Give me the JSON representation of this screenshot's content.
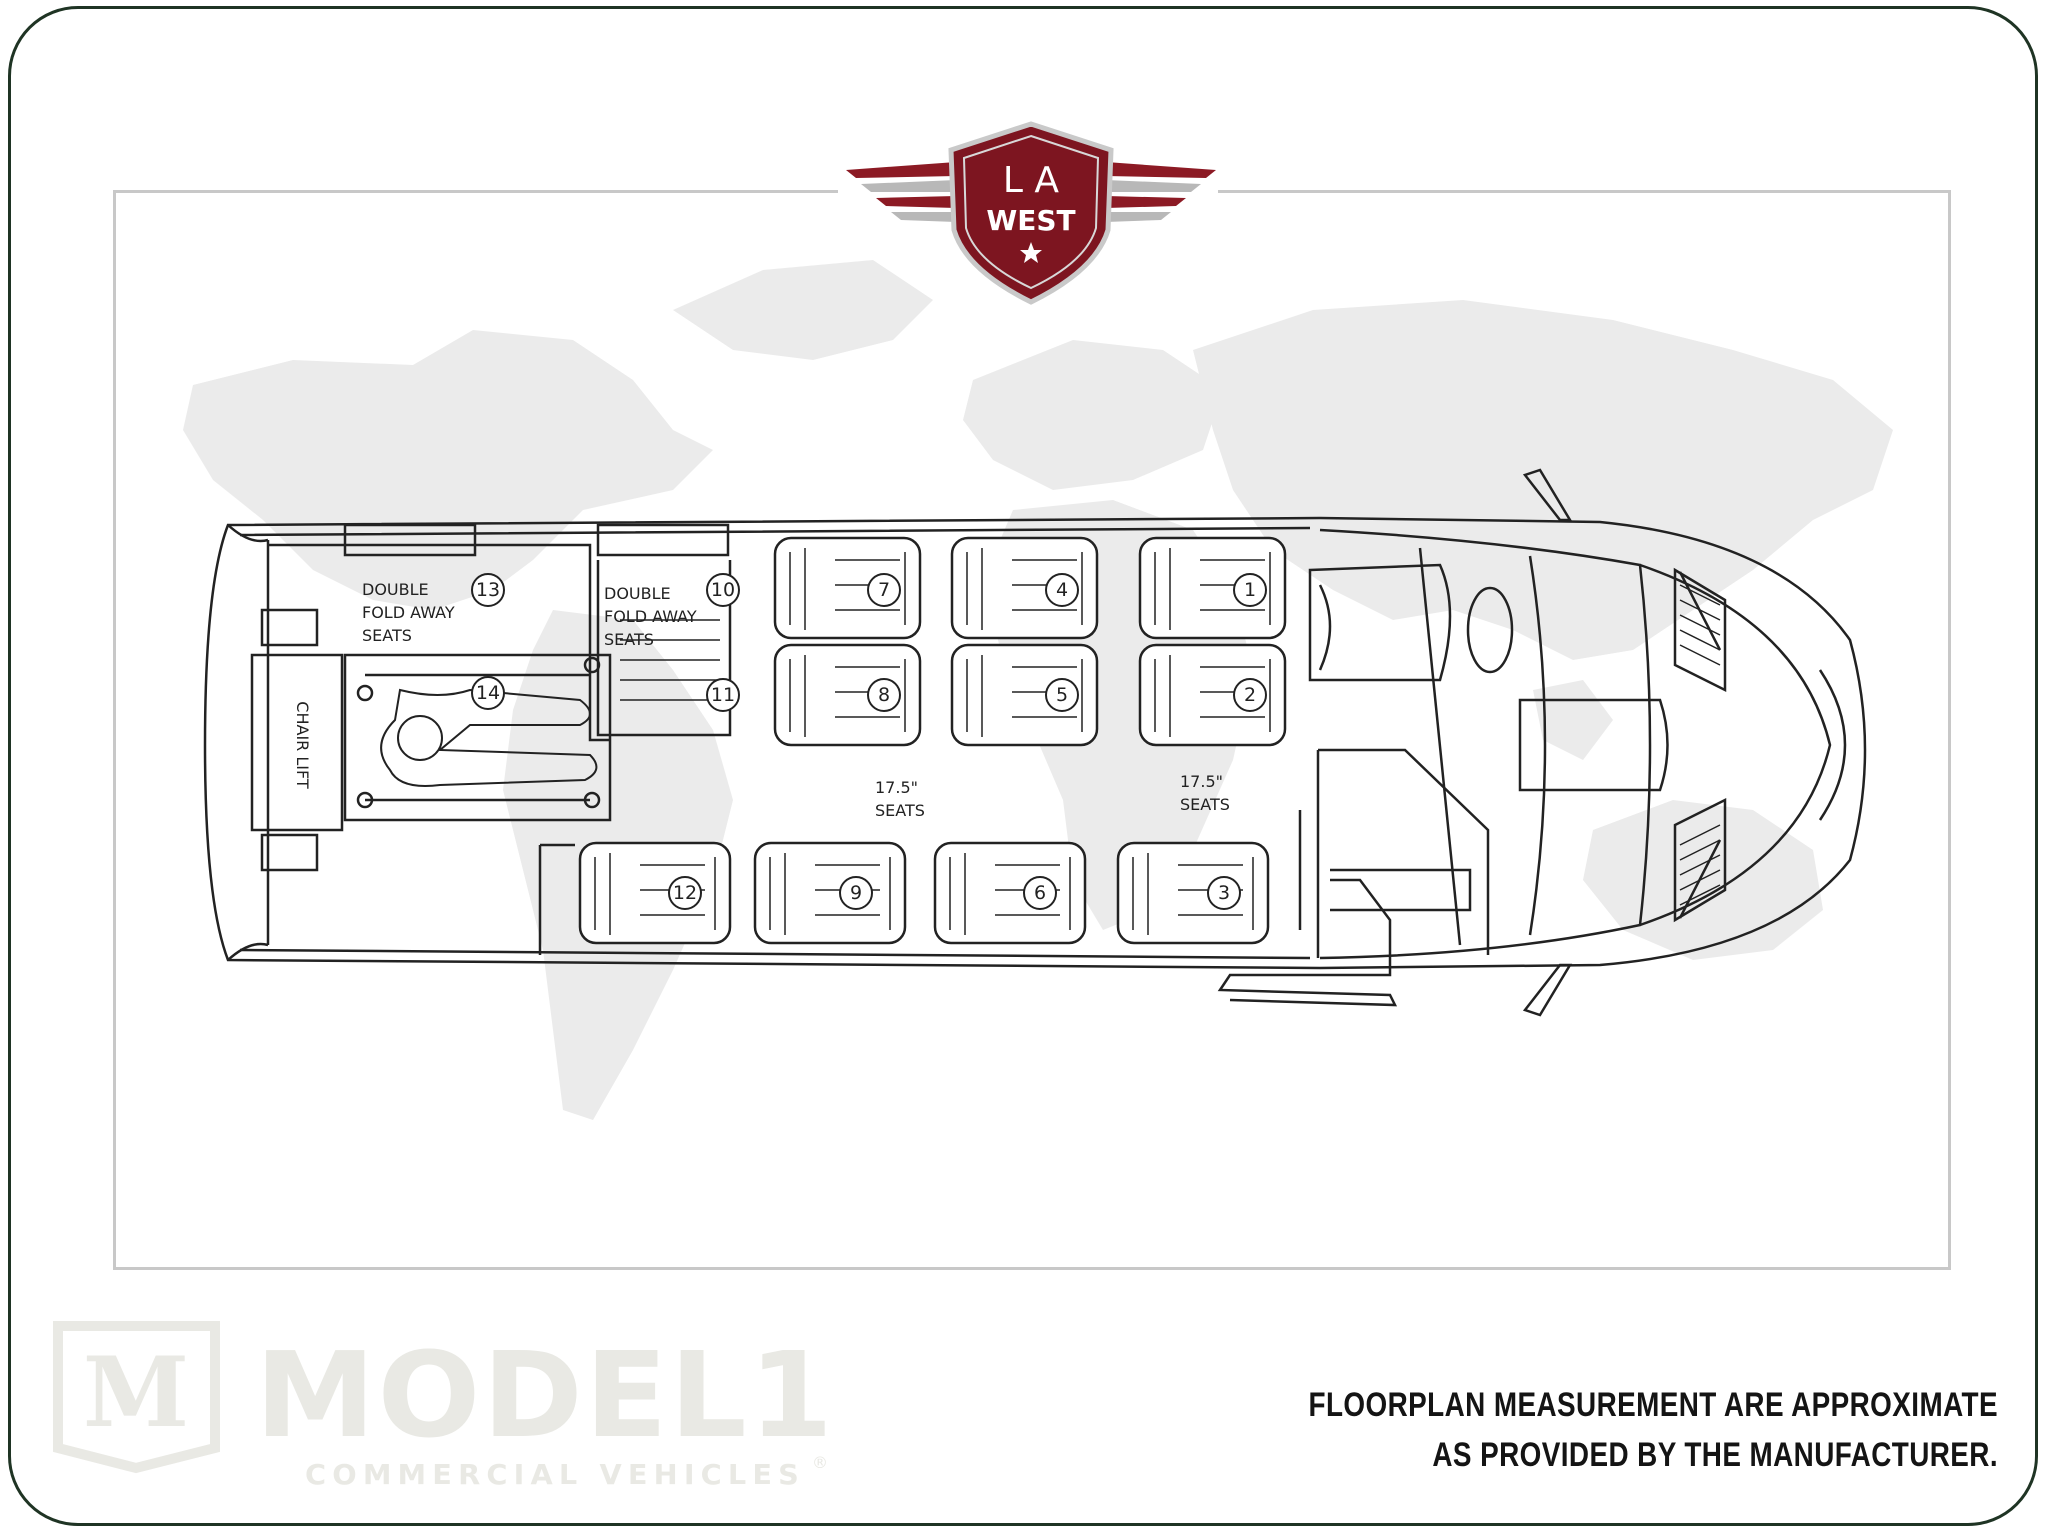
{
  "logo": {
    "line1": "L A",
    "line2": "WEST",
    "colors": {
      "primary": "#8c1a24",
      "silver": "#b8b8b8"
    }
  },
  "floorplan": {
    "seats": [
      {
        "number": "1"
      },
      {
        "number": "2"
      },
      {
        "number": "3"
      },
      {
        "number": "4"
      },
      {
        "number": "5"
      },
      {
        "number": "6"
      },
      {
        "number": "7"
      },
      {
        "number": "8"
      },
      {
        "number": "9"
      },
      {
        "number": "10"
      },
      {
        "number": "11"
      },
      {
        "number": "12"
      },
      {
        "number": "13"
      },
      {
        "number": "14"
      }
    ],
    "fold_away_label": [
      "DOUBLE",
      "FOLD AWAY",
      "SEATS"
    ],
    "seat_width_labels": [
      {
        "size": "17.5\"",
        "unit": "SEATS"
      },
      {
        "size": "17.5\"",
        "unit": "SEATS"
      }
    ],
    "lift_label": "CHAIR LIFT"
  },
  "brand": {
    "emblem": "M",
    "name": "MODEL1",
    "tagline": "COMMERCIAL VEHICLES",
    "mark": "®",
    "color": "#e9e9e4"
  },
  "disclaimer": {
    "line1": "FLOORPLAN MEASUREMENT ARE APPROXIMATE",
    "line2": "AS PROVIDED BY THE MANUFACTURER."
  }
}
